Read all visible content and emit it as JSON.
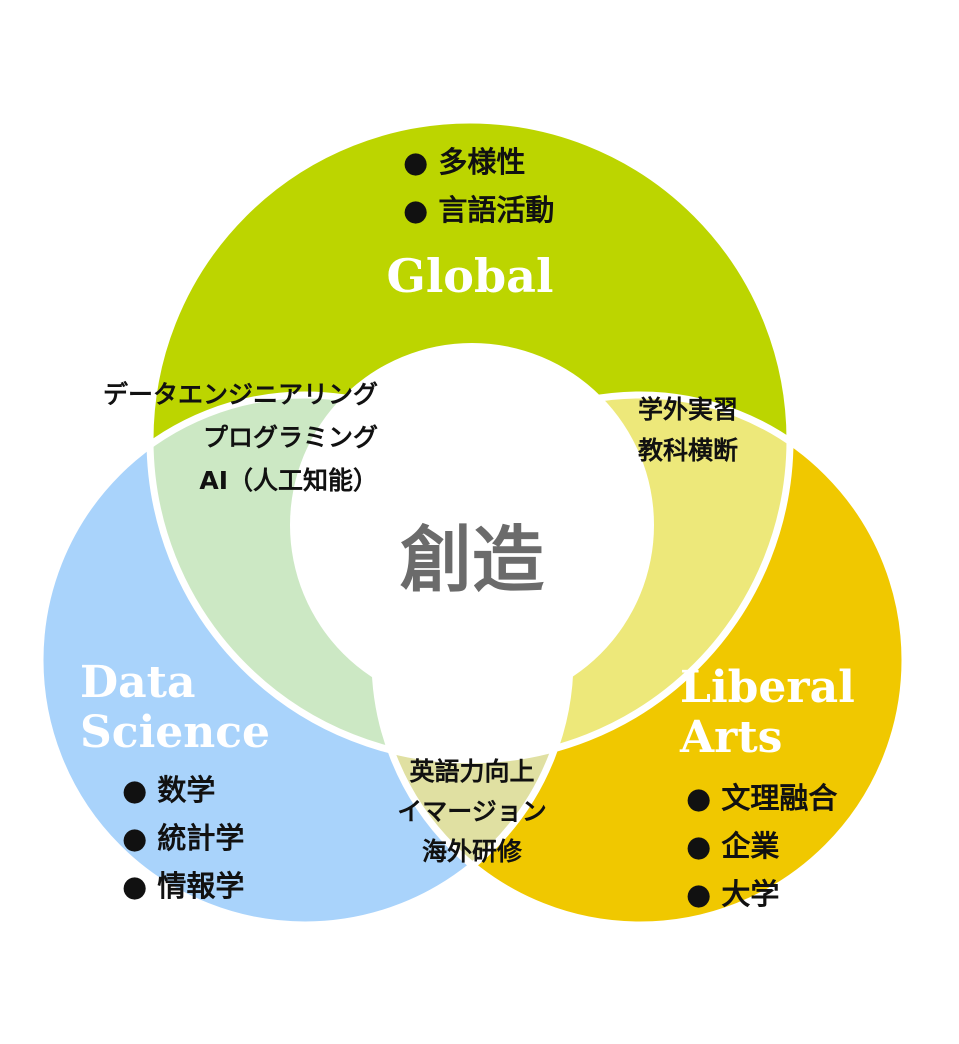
{
  "colors": {
    "global": "#bcd500",
    "data_science": "#a9d3fb",
    "liberal_arts": "#f0c800",
    "global_ds": "#cce8c4",
    "global_la": "#ede87a",
    "ds_la": "#e0e0a2",
    "center": "#ffffff"
  },
  "center_label": "創造",
  "global": {
    "title": "Global",
    "items": [
      "● 多様性",
      "● 言語活動"
    ]
  },
  "data_science": {
    "title_line1": "Data",
    "title_line2": "Science",
    "items": [
      "● 数学",
      "● 統計学",
      "● 情報学"
    ]
  },
  "liberal_arts": {
    "title_line1": "Liberal",
    "title_line2": "Arts",
    "items": [
      "● 文理融合",
      "● 企業",
      "● 大学"
    ]
  },
  "global_ds": {
    "items": [
      "データエンジニアリング",
      "プログラミング",
      "AI（人工知能）"
    ]
  },
  "global_la": {
    "items": [
      "学外実習",
      "教科横断"
    ]
  },
  "ds_la": {
    "items": [
      "英語力向上",
      "イマージョン",
      "海外研修"
    ]
  }
}
